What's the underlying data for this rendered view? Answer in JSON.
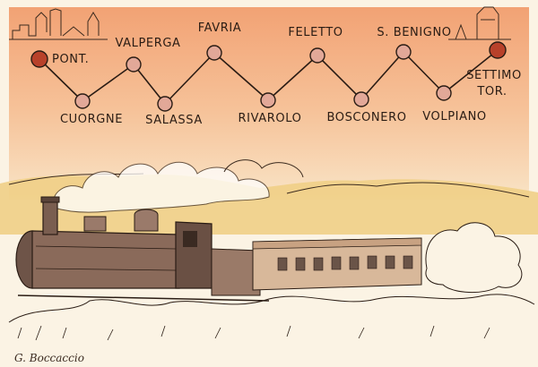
{
  "route": {
    "stations": [
      {
        "name": "PONT.",
        "type": "terminal"
      },
      {
        "name": "CUORGNE",
        "type": "stop"
      },
      {
        "name": "VALPERGA",
        "type": "stop"
      },
      {
        "name": "SALASSA",
        "type": "stop"
      },
      {
        "name": "FAVRIA",
        "type": "stop"
      },
      {
        "name": "RIVAROLO",
        "type": "stop"
      },
      {
        "name": "FELETTO",
        "type": "stop"
      },
      {
        "name": "BOSCONERO",
        "type": "stop"
      },
      {
        "name": "S. BENIGNO",
        "type": "stop"
      },
      {
        "name": "VOLPIANO",
        "type": "stop"
      },
      {
        "name": "SETTIMO",
        "type": "terminal"
      }
    ],
    "terminal_suffix": "TOR."
  },
  "signature": "G. Boccaccio",
  "colors": {
    "sky_top": "#f0a878",
    "sky_mid": "#f6c79e",
    "hills": "#f0cf86",
    "paper": "#fbf3e4",
    "terminal_dot": "#b8412a",
    "stop_dot": "#e2a898",
    "ink": "#2a1c14",
    "locomotive": "#8a6a5a",
    "building": "#d8b89a"
  }
}
